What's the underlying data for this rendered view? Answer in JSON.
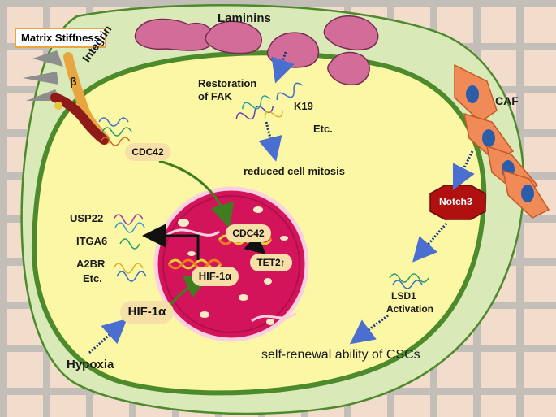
{
  "labels": {
    "matrix_stiffness": "Matrix Stiffness",
    "integrin": "Integrin",
    "beta": "β",
    "laminins": "Laminins",
    "restoration_line1": "Restoration",
    "restoration_line2": "of FAK",
    "k19": "K19",
    "etc1": "Etc.",
    "reduced_mitosis": "reduced cell mitosis",
    "caf": "CAF",
    "notch3": "Notch3",
    "lsd1_line1": "LSD1",
    "lsd1_line2": "Activation",
    "self_renewal": "self-renewal ability of CSCs",
    "cdc42_cyto": "CDC42",
    "cdc42_nucleus": "CDC42",
    "tet2": "TET2↑",
    "hif_nucleus": "HIF-1α",
    "hif_cyto": "HIF-1α",
    "hypoxia": "Hypoxia",
    "usp22": "USP22",
    "itga6": "ITGA6",
    "a2br": "A2BR",
    "etc2": "Etc."
  },
  "colors": {
    "cell_fill": "#fbf7a4",
    "cell_membrane": "#4c8a2c",
    "ecm_fill": "#d9e9b8",
    "grid_bg": "#f2dccb",
    "grid_line": "#c4beb8",
    "laminin": "#d16d98",
    "nucleus": "#d4145a",
    "nucleus_ring": "#b01048",
    "caf_fill": "#f08a56",
    "caf_nucleus": "#2c5da8",
    "notch3": "#b01010",
    "pill": "#f6e0a8",
    "box_border": "#e8a640"
  }
}
